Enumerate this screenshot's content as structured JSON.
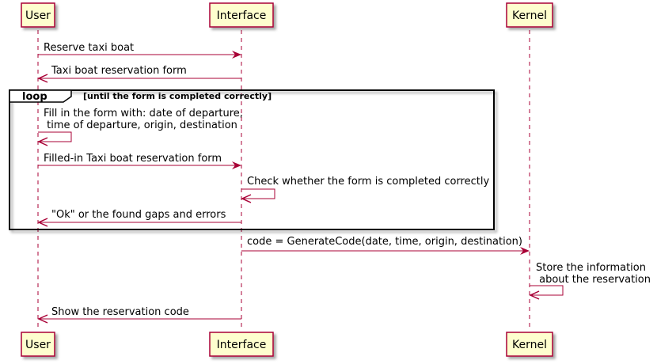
{
  "participants": [
    {
      "id": "user",
      "label": "User"
    },
    {
      "id": "interface",
      "label": "Interface"
    },
    {
      "id": "kernel",
      "label": "Kernel"
    }
  ],
  "loop": {
    "keyword": "loop",
    "condition": "[until the form is completed correctly]"
  },
  "messages": [
    {
      "from": "user",
      "to": "interface",
      "lines": [
        "Reserve taxi boat"
      ]
    },
    {
      "from": "interface",
      "to": "user",
      "lines": [
        "Taxi boat reservation form"
      ]
    },
    {
      "from": "user",
      "to": "user",
      "lines": [
        "Fill in the form with: date of departure,",
        " time of departure, origin, destination"
      ]
    },
    {
      "from": "user",
      "to": "interface",
      "lines": [
        "Filled-in Taxi boat reservation form"
      ]
    },
    {
      "from": "interface",
      "to": "interface",
      "lines": [
        "Check whether the form is completed correctly"
      ]
    },
    {
      "from": "interface",
      "to": "user",
      "lines": [
        "\"Ok\" or the found gaps and errors"
      ]
    },
    {
      "from": "interface",
      "to": "kernel",
      "lines": [
        "code = GenerateCode(date, time, origin, destination)"
      ]
    },
    {
      "from": "kernel",
      "to": "kernel",
      "lines": [
        "Store the information",
        " about the reservation"
      ]
    },
    {
      "from": "interface",
      "to": "user",
      "lines": [
        "Show the reservation code"
      ]
    }
  ],
  "colors": {
    "participant_fill": "#FEFECE",
    "participant_border": "#A80036",
    "lifeline": "#A80036",
    "arrow": "#A80036",
    "loop_border": "#000000"
  }
}
